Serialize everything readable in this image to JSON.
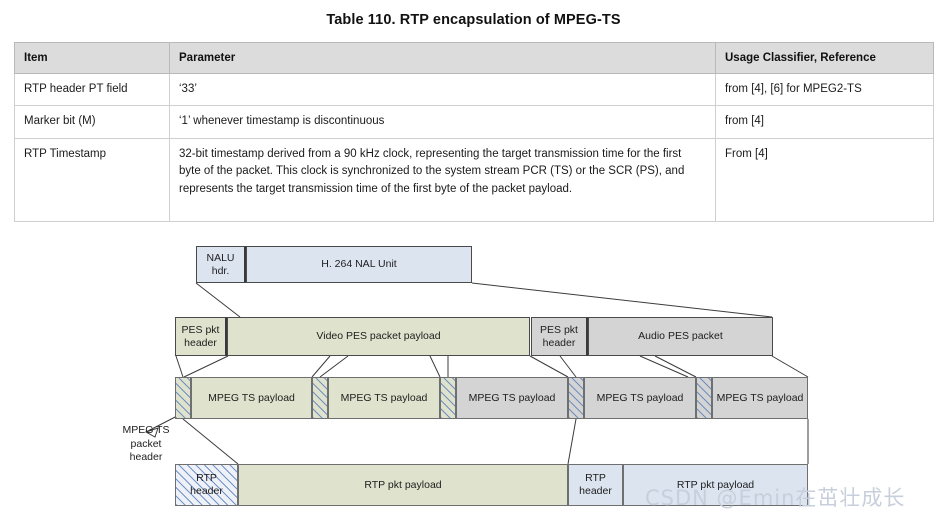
{
  "document": {
    "table_title": "Table 110.  RTP encapsulation of MPEG-TS",
    "top_cut_text": ""
  },
  "table": {
    "headers": [
      "Item",
      "Parameter",
      "Usage Classifier, Reference"
    ],
    "rows": [
      {
        "item": "RTP header PT field",
        "parameter": "‘33’",
        "usage": "from [4], [6] for MPEG2-TS"
      },
      {
        "item": "Marker bit (M)",
        "parameter": "‘1’ whenever timestamp is discontinuous",
        "usage": "from [4]"
      },
      {
        "item": "RTP Timestamp",
        "parameter": "32-bit timestamp derived from a 90 kHz clock, representing the target transmission time for the first byte of the packet. This clock is synchronized to the system stream PCR (TS) or the SCR (PS), and represents the target transmission time of the first byte of the packet payload.",
        "usage": "From [4]"
      }
    ]
  },
  "diagram": {
    "nalu_row": {
      "header": "NALU\nhdr.",
      "payload": "H. 264 NAL Unit"
    },
    "pes_row": {
      "video_header": "PES pkt\nheader",
      "video_payload": "Video PES packet payload",
      "audio_header": "PES pkt\nheader",
      "audio_payload": "Audio PES packet"
    },
    "ts_row": {
      "cells": [
        "MPEG  TS payload",
        "MPEG  TS payload",
        "MPEG  TS payload",
        "MPEG  TS payload",
        "MPEG TS payload"
      ]
    },
    "rtp_row": {
      "header1": "RTP\nheader",
      "payload1": "RTP pkt  payload",
      "header2": "RTP\nheader",
      "payload2": "RTP  pkt  payload"
    },
    "annotation": "MPEG  TS\npacket\nheader"
  },
  "watermark": {
    "text": "CSDN @Emin在茁壮成长"
  },
  "colors": {
    "nalu_fill": "#dce4f0",
    "pes_video_fill": "#dfe3cd",
    "pes_audio_fill": "#d4d4d4",
    "ts_green_fill": "#dfe3cd",
    "ts_gray_fill": "#d4d4d4",
    "rtp_payload1_fill": "#dfe3cd",
    "rtp_payload2_fill": "#dce4f0",
    "header_row_bg": "#dcdcdc",
    "border": "#4a4a4a",
    "watermark": "#c8cfdc"
  }
}
